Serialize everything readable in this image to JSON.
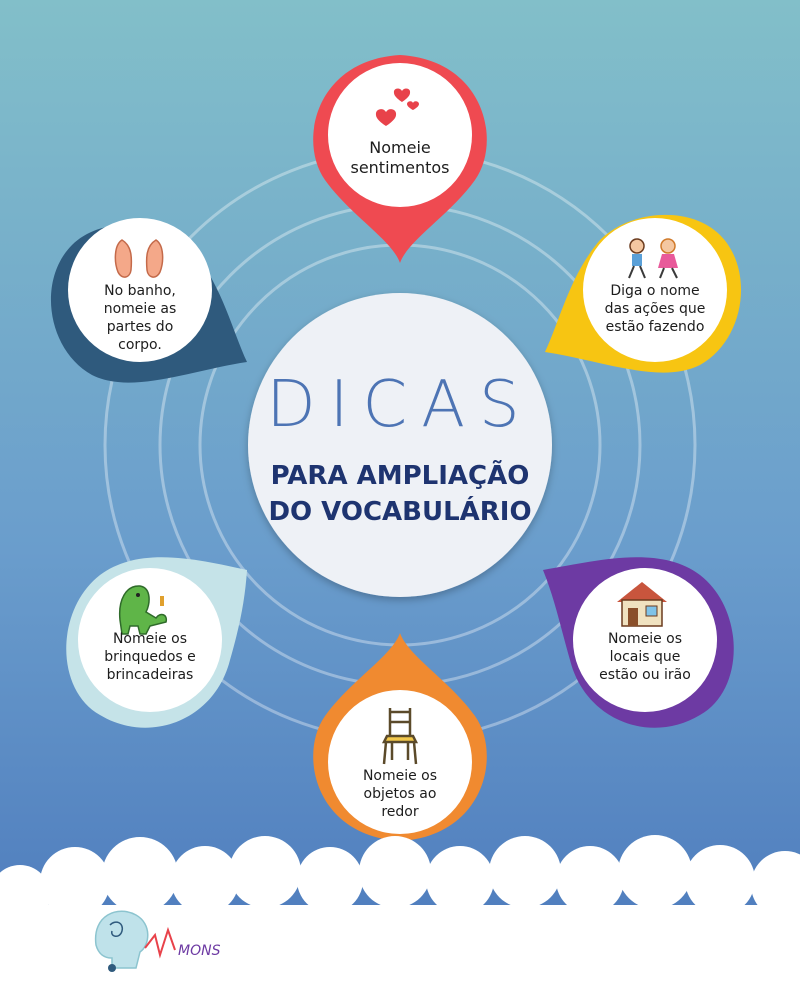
{
  "header": {
    "title": "DICAS",
    "subtitle": "PARA AMPLIAÇÃO\nDO VOCABULÁRIO"
  },
  "tips": [
    {
      "text": "Nomeie\nsentimentos",
      "color": "#ef4a51",
      "icon": "hearts-icon"
    },
    {
      "text": "Diga  o nome\ndas ações que\nestão fazendo",
      "color": "#f7c512",
      "icon": "children-playing-icon"
    },
    {
      "text": "Nomeie os\nlocais que\nestão ou irão",
      "color": "#6d3aa3",
      "icon": "house-icon"
    },
    {
      "text": "Nomeie os\nobjetos ao\nredor",
      "color": "#f08a30",
      "icon": "chair-icon"
    },
    {
      "text": "Nomeie os\nbrinquedos e\nbrincadeiras",
      "color": "#c5e3e8",
      "icon": "toy-dinosaur-icon"
    },
    {
      "text": "No banho,\nnomeie as\npartes do\ncorpo.",
      "color": "#2f5a7d",
      "icon": "feet-icon"
    }
  ],
  "logo": {
    "text": "MONS"
  },
  "colors": {
    "background_top": "#7fbcc7",
    "background_bottom": "#4a77bb",
    "cloud": "#ffffff",
    "title": "#4d74b4",
    "subtitle": "#1e3470"
  }
}
